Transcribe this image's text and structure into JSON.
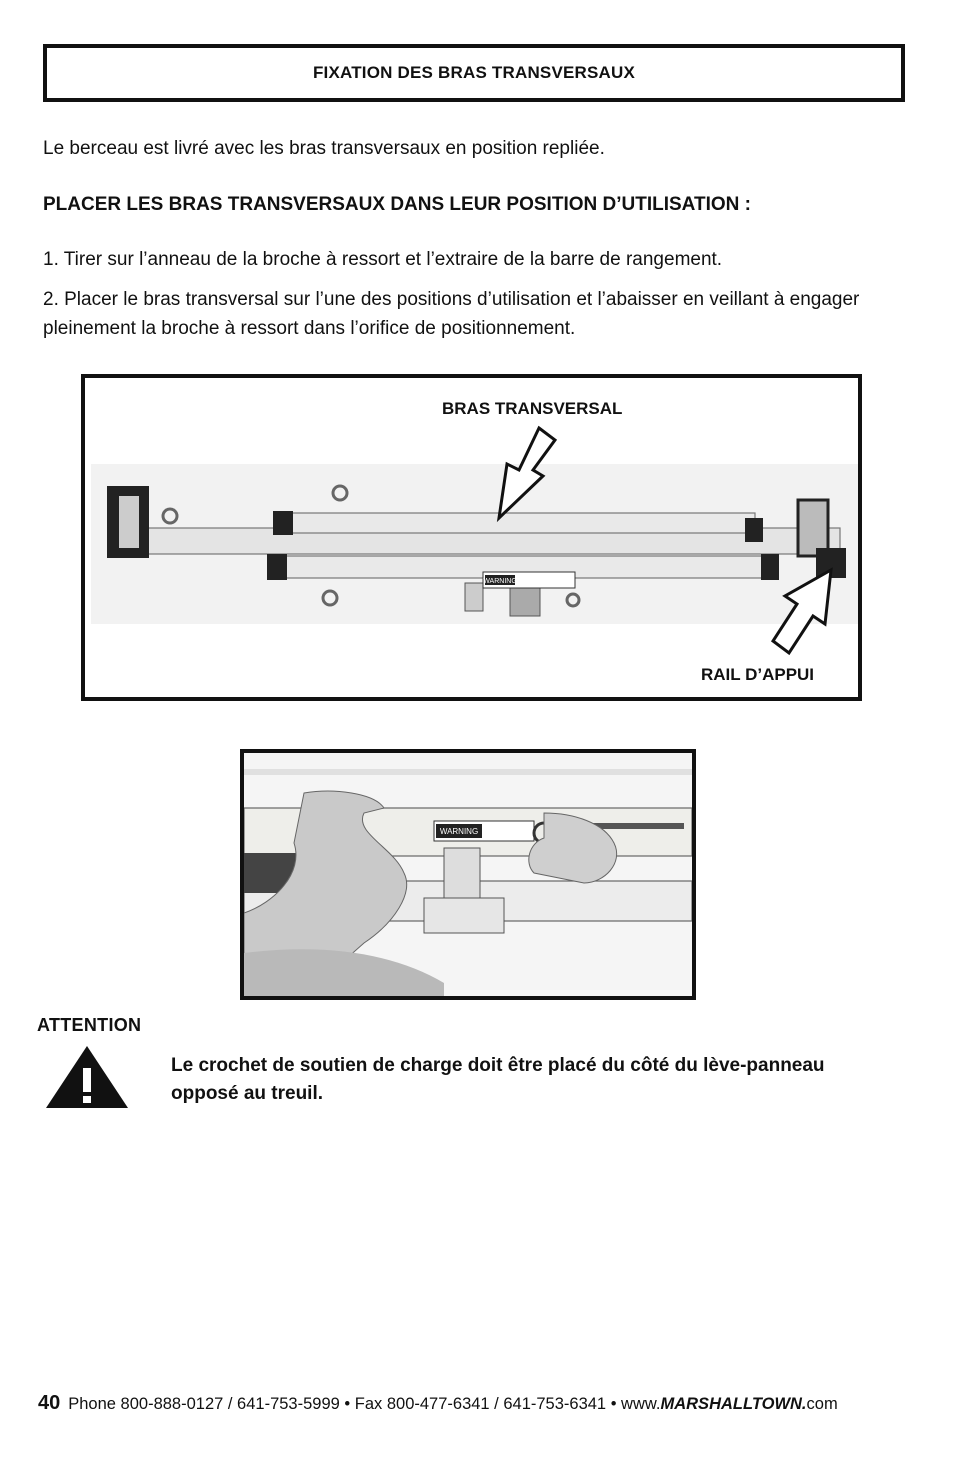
{
  "section_title": "FIXATION DES BRAS TRANSVERSAUX",
  "intro": "Le berceau est livré avec les bras transversaux en position repliée.",
  "heading": "PLACER LES BRAS TRANSVERSAUX DANS LEUR POSITION D’UTILISATION :",
  "steps": [
    "1. Tirer sur l’anneau de la broche à ressort et l’extraire de la barre de rangement.",
    "2. Placer le bras transversal sur l’une des positions d’utilisation et l’abaisser en veillant à engager pleinement la broche à ressort dans l’orifice de positionnement."
  ],
  "figure1": {
    "label_top": "BRAS TRANSVERSAL",
    "label_bottom": "RAIL D’APPUI",
    "sticker": "WARNING"
  },
  "figure2": {
    "sticker": "WARNING"
  },
  "attention": {
    "title": "ATTENTION",
    "icon": "warning-triangle-icon",
    "text": "Le crochet de soutien de charge doit être placé du côté du lève-panneau opposé au treuil."
  },
  "footer": {
    "page_number": "40",
    "contact": "Phone 800-888-0127 / 641-753-5999 • Fax 800-477-6341 / 641-753-6341  • www.",
    "brand": "MARSHALLTOWN.",
    "suffix": "com"
  }
}
